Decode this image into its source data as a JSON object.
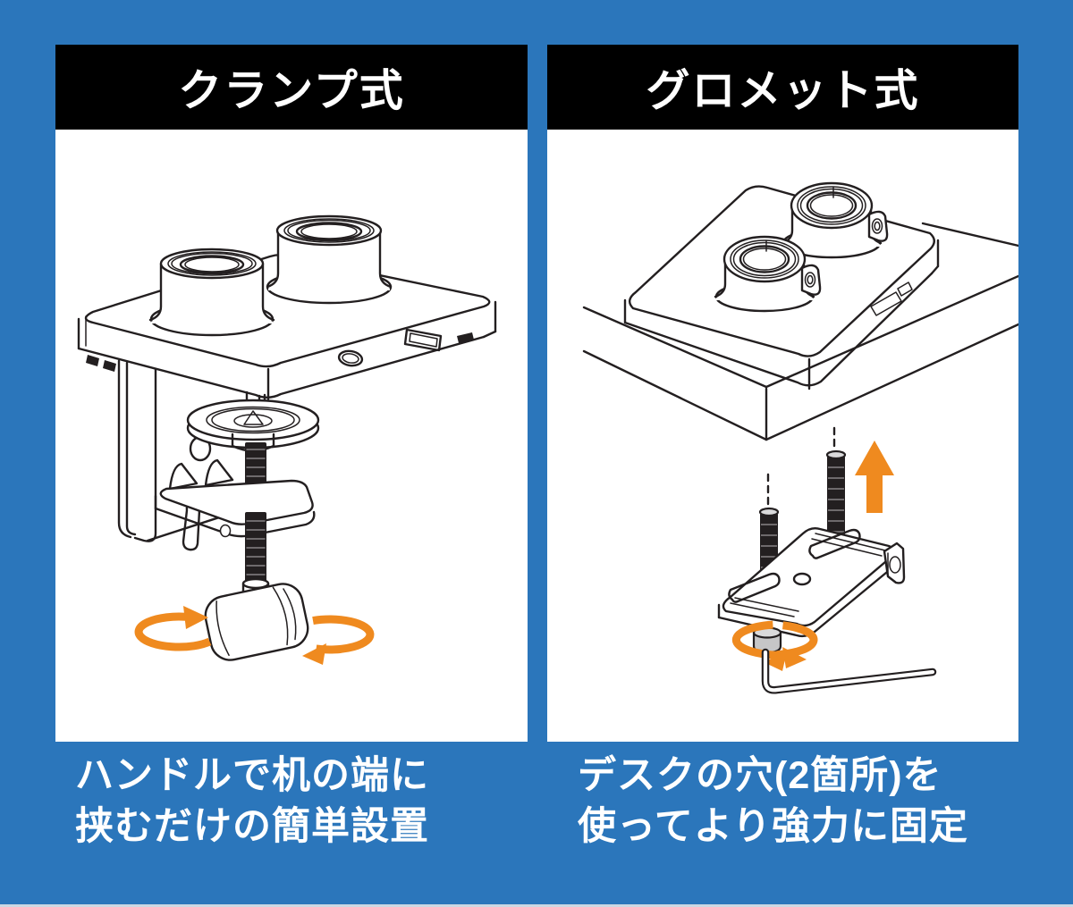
{
  "colors": {
    "page_bg": "#2b76bb",
    "header_bg": "#000000",
    "header_text": "#ffffff",
    "panel_bg": "#ffffff",
    "line": "#231f20",
    "accent_orange": "#ef8a1f",
    "caption_text": "#ffffff",
    "metal_gray": "#c6c6c7",
    "bottom_strip": "#ccd8e3"
  },
  "panels": [
    {
      "id": "clamp",
      "header": "クランプ式",
      "caption_line1": "ハンドルで机の端に",
      "caption_line2": "挟むだけの簡単設置",
      "illustration": "clamp-mount-line-drawing",
      "icons": [
        "rotation-arrows-icon"
      ]
    },
    {
      "id": "grommet",
      "header": "グロメット式",
      "caption_line1": "デスクの穴(2箇所)を",
      "caption_line2": "使ってより強力に固定",
      "illustration": "grommet-mount-line-drawing",
      "icons": [
        "up-arrow-icon",
        "rotation-arrows-icon"
      ]
    }
  ]
}
